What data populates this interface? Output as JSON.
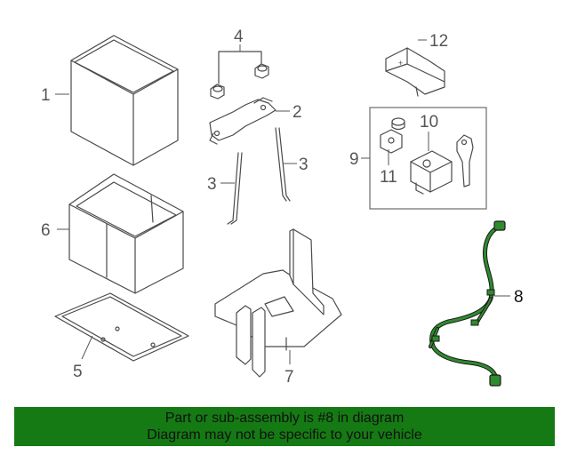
{
  "callouts": {
    "c1": "1",
    "c2": "2",
    "c3a": "3",
    "c3b": "3",
    "c4": "4",
    "c5": "5",
    "c6": "6",
    "c7": "7",
    "c8": "8",
    "c9": "9",
    "c10": "10",
    "c11": "11",
    "c12": "12"
  },
  "banner": {
    "line1": "Part or sub-assembly is #8 in diagram",
    "line2": "Diagram may not be specific to your vehicle"
  },
  "colors": {
    "highlight_part": "#1f7a1f",
    "banner_background": "#157a14"
  }
}
